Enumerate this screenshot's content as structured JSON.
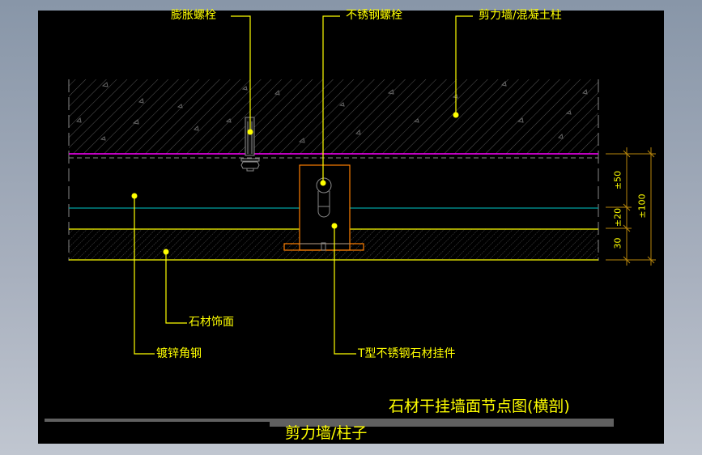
{
  "drawing": {
    "title": "石材干挂墙面节点图(横剖)",
    "subtitle": "剪力墙/柱子",
    "colors": {
      "background": "#000000",
      "frame": "#8896a8",
      "text": "#ffff00",
      "wall_line": "#ff00ff",
      "center_line": "#00a0a0",
      "stone_outline": "#ffff00",
      "bracket": "#ff7f00",
      "dimension": "#b8860b",
      "hatch": "#5a5a5a",
      "title_bar": "#606060"
    },
    "labels": {
      "expansion_bolt": "膨胀螺栓",
      "stainless_bolt": "不锈钢螺栓",
      "shear_wall": "剪力墙/混凝土柱",
      "stone_face": "石材饰面",
      "galvanized_angle": "镀锌角钢",
      "t_hanger": "T型不锈钢石材挂件"
    },
    "dimensions": {
      "d1": "±50",
      "d2": "±20",
      "d3": "30",
      "total": "±100"
    }
  }
}
